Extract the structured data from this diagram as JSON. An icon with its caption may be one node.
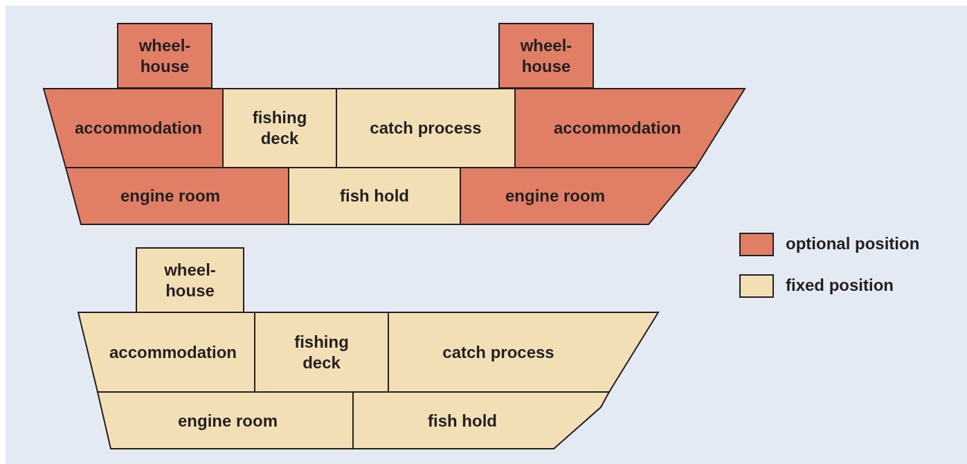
{
  "diagram": {
    "nodes": [
      {
        "text": [
          "wheel-house"
        ]
      },
      {
        "text": [
          "wheel-house"
        ]
      },
      {
        "text": [
          "accommodation"
        ]
      },
      {
        "text": [
          "fishing deck"
        ]
      },
      {
        "text": [
          "catch process"
        ]
      },
      {
        "text": [
          "accommodation"
        ]
      },
      {
        "text": [
          "engine room"
        ]
      },
      {
        "text": [
          "fish hold"
        ]
      },
      {
        "text": [
          "engine room"
        ]
      },
      {
        "text": [
          "wheel-house"
        ]
      },
      {
        "text": [
          "accommodation"
        ]
      },
      {
        "text": [
          "fishing deck"
        ]
      },
      {
        "text": [
          "catch process"
        ]
      },
      {
        "text": [
          "engine room"
        ]
      },
      {
        "text": [
          "fish hold"
        ]
      }
    ],
    "edges": [],
    "legend": [
      {
        "text": "optional position",
        "color": "#e07f66"
      },
      {
        "text": "fixed position",
        "color": "#f2dfb6"
      }
    ]
  }
}
